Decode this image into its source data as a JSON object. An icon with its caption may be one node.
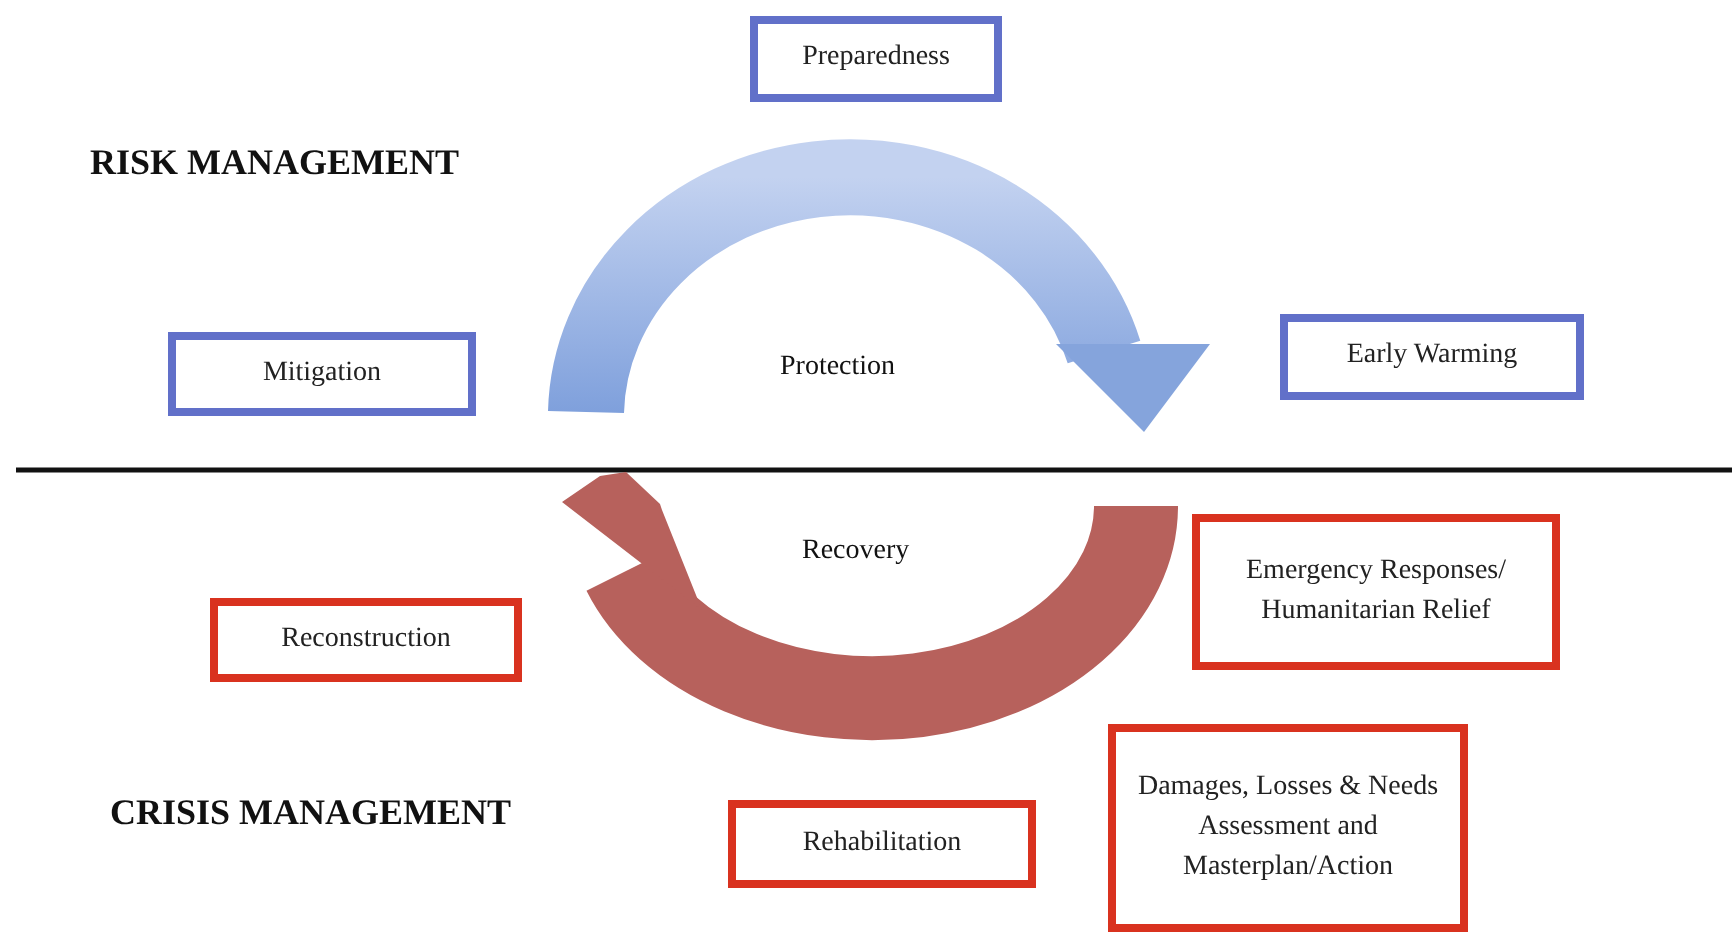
{
  "diagram": {
    "nodes": [
      {
        "text": [
          "Preparedness"
        ]
      },
      {
        "text": [
          "Mitigation"
        ]
      },
      {
        "text": [
          "Early Warming"
        ]
      },
      {
        "text": [
          "Reconstruction"
        ]
      },
      {
        "text": [
          "Emergency Responses/ Humanitarian Relief"
        ]
      },
      {
        "text": [
          "Rehabilitation"
        ]
      },
      {
        "text": [
          "Damages, Losses & Needs Assessment and Masterplan/Action"
        ]
      }
    ],
    "labels": [
      "RISK MANAGEMENT",
      "Protection",
      "Recovery",
      "CRISIS MANAGEMENT"
    ]
  }
}
